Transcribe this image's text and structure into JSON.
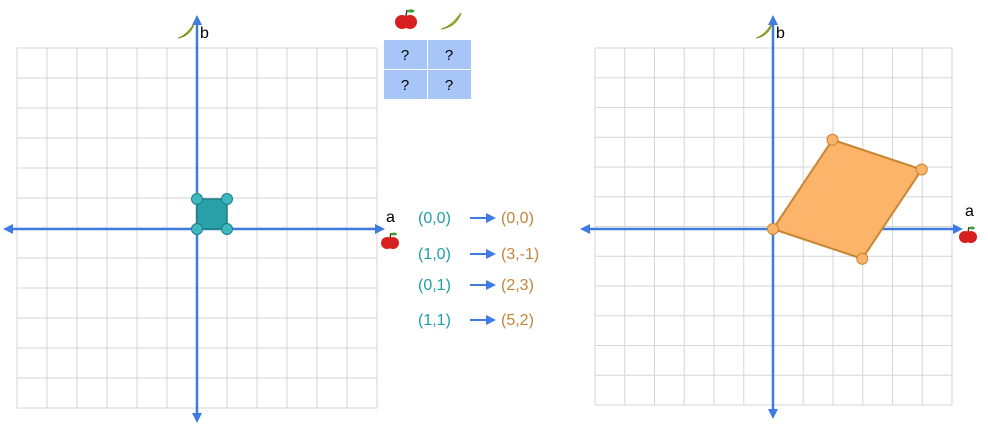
{
  "colors": {
    "grid": "#d6d6d6",
    "axis": "#3f7be0",
    "teal_fill": "#2aa1a8",
    "teal_dot": "#3fb7bf",
    "teal_text": "#1f9ea6",
    "orange_fill": "#fcb36a",
    "orange_stroke": "#c98532",
    "orange_dot": "#fcb36a",
    "orange_text": "#c4843a",
    "matrix_cell": "#a7c6f7",
    "apple": "#d71f1f",
    "banana": "#c9d23a"
  },
  "left_plane": {
    "x_axis_label": "a",
    "y_axis_label": "b",
    "x_axis_icon": "apple-icon",
    "y_axis_icon": "banana-icon",
    "unit_square": [
      [
        0,
        0
      ],
      [
        1,
        0
      ],
      [
        1,
        1
      ],
      [
        0,
        1
      ]
    ]
  },
  "right_plane": {
    "x_axis_label": "a",
    "y_axis_label": "b",
    "x_axis_icon": "apple-icon",
    "y_axis_icon": "banana-icon",
    "parallelogram": [
      [
        0,
        0
      ],
      [
        3,
        -1
      ],
      [
        5,
        2
      ],
      [
        2,
        3
      ]
    ]
  },
  "matrix": {
    "header_icons": [
      "apple-icon",
      "banana-icon"
    ],
    "cells": [
      [
        "?",
        "?"
      ],
      [
        "?",
        "?"
      ]
    ]
  },
  "mappings": [
    {
      "from": "(0,0)",
      "to": "(0,0)"
    },
    {
      "from": "(1,0)",
      "to": "(3,-1)"
    },
    {
      "from": "(0,1)",
      "to": "(2,3)"
    },
    {
      "from": "(1,1)",
      "to": "(5,2)"
    }
  ]
}
